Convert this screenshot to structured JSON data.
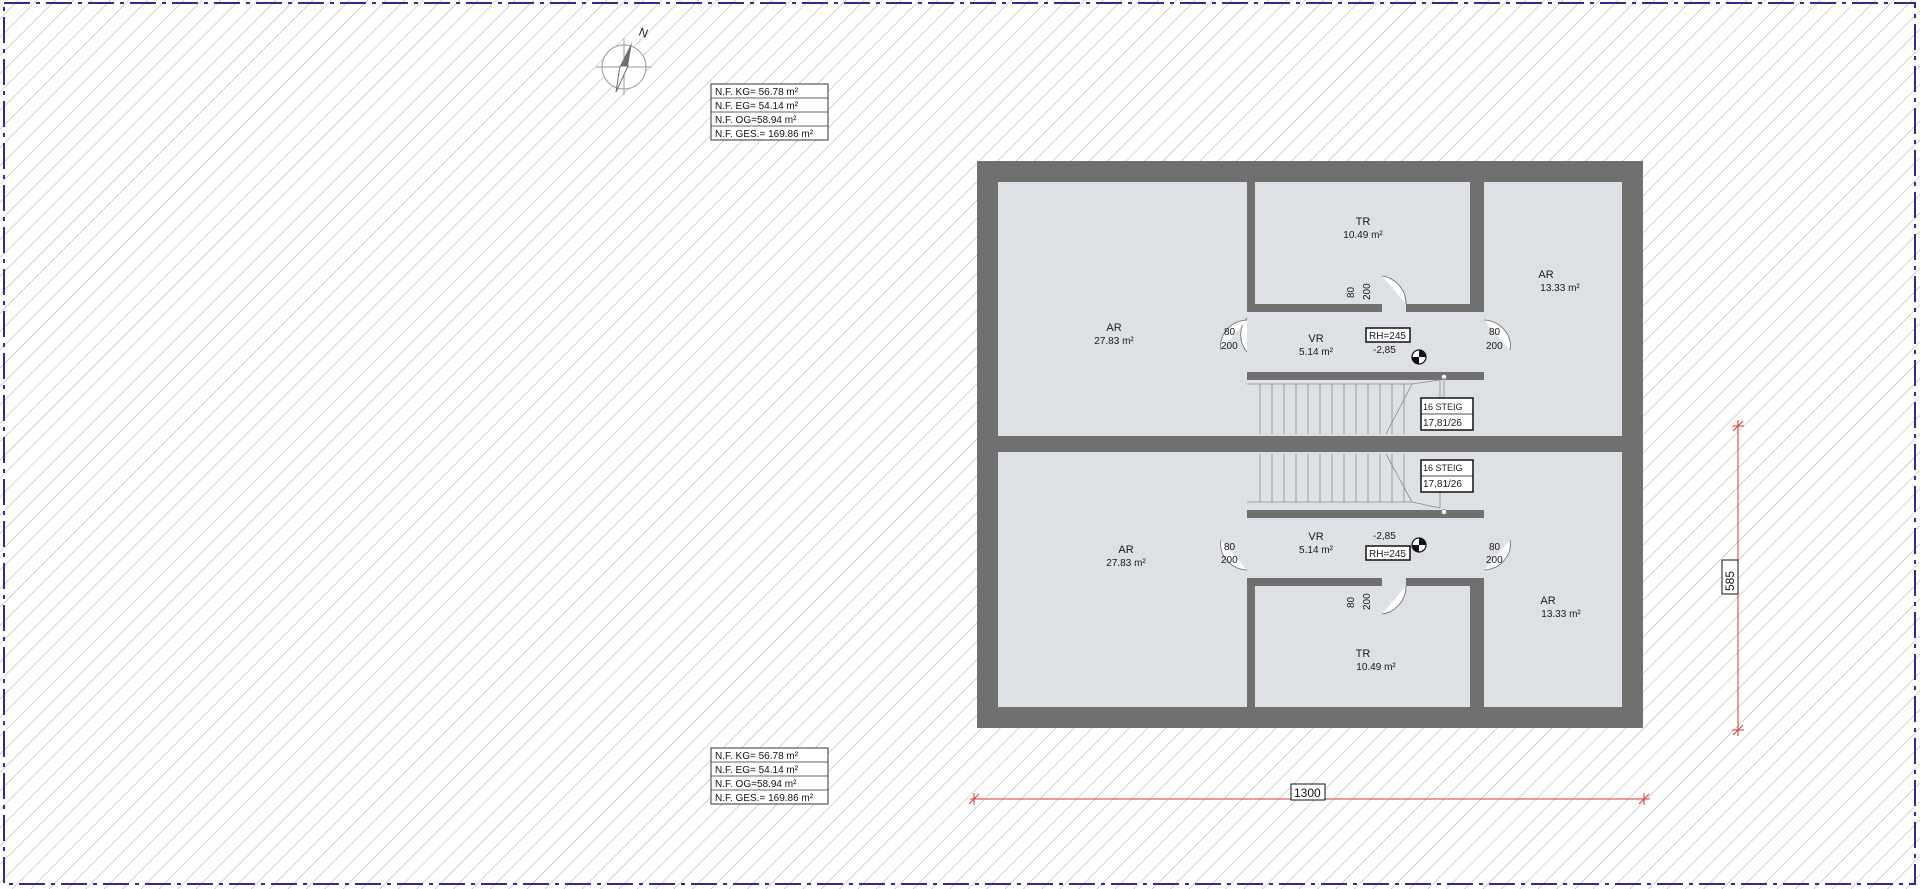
{
  "north_label": "N",
  "area_tables": [
    {
      "rows": [
        "N.F. KG= 56.78 m²",
        "N.F. EG= 54.14 m²",
        "N.F. OG=58.94 m²",
        "N.F. GES.= 169.86 m²"
      ]
    },
    {
      "rows": [
        "N.F. KG= 56.78 m²",
        "N.F. EG= 54.14 m²",
        "N.F. OG=58.94 m²",
        "N.F. GES.= 169.86 m²"
      ]
    }
  ],
  "upper_unit": {
    "rooms": {
      "ar_left": {
        "name": "AR",
        "area": "27.83 m²"
      },
      "tr": {
        "name": "TR",
        "area": "10.49 m²"
      },
      "ar_right": {
        "name": "AR",
        "area": "13.33 m²"
      },
      "vr": {
        "name": "VR",
        "area": "5.14 m²"
      }
    },
    "doors": {
      "left": {
        "w": "80",
        "h": "200"
      },
      "top": {
        "w": "80",
        "h": "200"
      },
      "right": {
        "w": "80",
        "h": "200"
      }
    },
    "room_height": "RH=245",
    "level": "-2,85",
    "stair_steps": "16 STEIG",
    "stair_dims": "17,81/26"
  },
  "lower_unit": {
    "rooms": {
      "ar_left": {
        "name": "AR",
        "area": "27.83 m²"
      },
      "tr": {
        "name": "TR",
        "area": "10.49 m²"
      },
      "ar_right": {
        "name": "AR",
        "area": "13.33 m²"
      },
      "vr": {
        "name": "VR",
        "area": "5.14 m²"
      }
    },
    "doors": {
      "left": {
        "w": "80",
        "h": "200"
      },
      "bottom": {
        "w": "80",
        "h": "200"
      },
      "right": {
        "w": "80",
        "h": "200"
      }
    },
    "room_height": "RH=245",
    "level": "-2,85",
    "stair_steps": "16 STEIG",
    "stair_dims": "17,81/26"
  },
  "dimensions": {
    "width": "1300",
    "height": "585"
  },
  "colors": {
    "hatch": "#a8a8a8",
    "wall": "#707070",
    "room": "#dde0e4",
    "boundary": "#2e2a9a",
    "dimension": "#d63a3a"
  }
}
